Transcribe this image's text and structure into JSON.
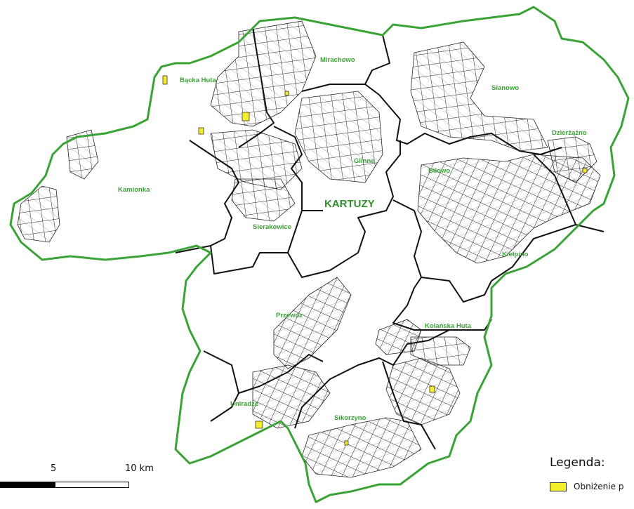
{
  "map": {
    "main_label": "KARTUZY",
    "districts": [
      {
        "name": "Bącka Huta"
      },
      {
        "name": "Mirachowo"
      },
      {
        "name": "Sianowo"
      },
      {
        "name": "Dzierżążno"
      },
      {
        "name": "Glinne"
      },
      {
        "name": "Kamionka"
      },
      {
        "name": "Bilowo"
      },
      {
        "name": "Sierakowice"
      },
      {
        "name": "Kiełpino"
      },
      {
        "name": "Przewóz"
      },
      {
        "name": "Kolańska Huta"
      },
      {
        "name": "Uniradze"
      },
      {
        "name": "Sikorzyno"
      }
    ],
    "colors": {
      "outer_boundary": "#3aa335",
      "district_boundary": "#111111",
      "label": "#3aa335",
      "highlight_patch": "#f4ef2a"
    }
  },
  "scale_bar": {
    "mid_label": "5",
    "end_label": "10 km"
  },
  "legend": {
    "title": "Legenda:",
    "items": [
      {
        "label": "Obniżenie p",
        "color": "#f4ef2a"
      }
    ]
  }
}
